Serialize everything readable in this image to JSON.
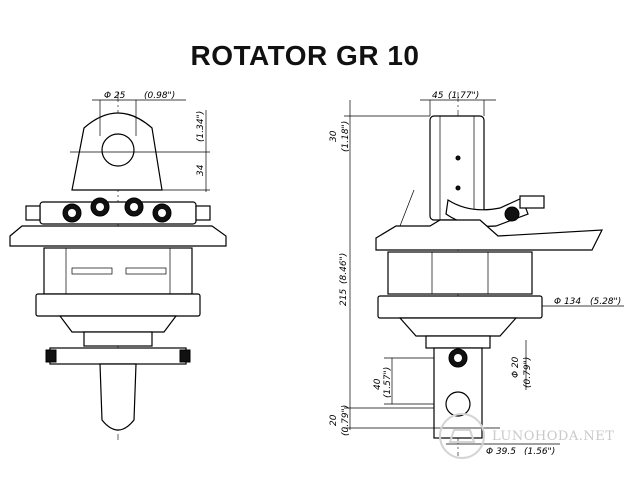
{
  "title": "ROTATOR GR 10",
  "dimensions": {
    "front_pin_dia": "Φ 25",
    "front_pin_dia_in": "(0.98\")",
    "front_pin_height": "34",
    "front_pin_height_in": "(1.34\")",
    "side_width": "45",
    "side_width_in": "(1.77\")",
    "side_top": "30",
    "side_top_in": "(1.18\")",
    "side_total": "215",
    "side_total_in": "(8.46\")",
    "side_body_dia": "Φ 134",
    "side_body_dia_in": "(5.28\")",
    "side_shaft_len": "40",
    "side_shaft_len_in": "(1.57\")",
    "side_shaft_dia": "Φ 20",
    "side_shaft_dia_in": "(0.79\")",
    "side_bottom": "20",
    "side_bottom_in": "(0.79\")",
    "side_bottom_dia": "Φ 39.5",
    "side_bottom_dia_in": "(1.56\")"
  },
  "watermark": "LUNOHODA.NET"
}
